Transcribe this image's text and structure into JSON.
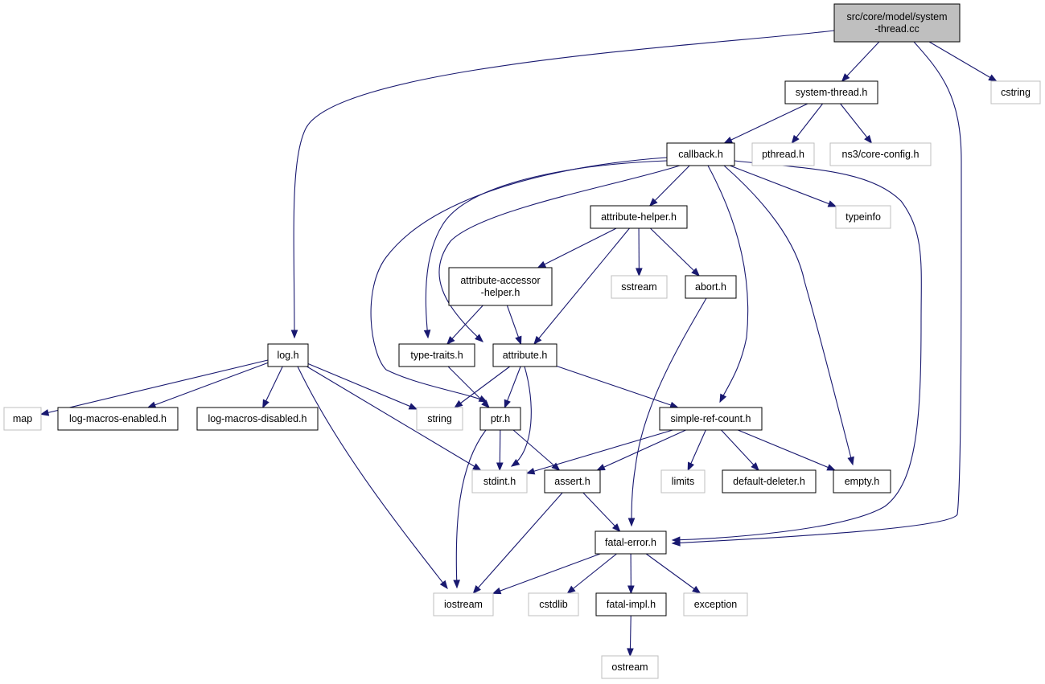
{
  "colors": {
    "edge": "#191970",
    "root_fill": "#bfbfbf",
    "node_border": "#000000",
    "external_border": "#bfbfbf",
    "text": "#000000"
  },
  "nodes": {
    "root": {
      "lines": [
        "src/core/model/system",
        "-thread.cc"
      ],
      "kind": "root"
    },
    "system_thread_h": {
      "lines": [
        "system-thread.h"
      ],
      "kind": "internal"
    },
    "cstring": {
      "lines": [
        "cstring"
      ],
      "kind": "external"
    },
    "callback_h": {
      "lines": [
        "callback.h"
      ],
      "kind": "internal"
    },
    "pthread_h": {
      "lines": [
        "pthread.h"
      ],
      "kind": "external"
    },
    "core_config_h": {
      "lines": [
        "ns3/core-config.h"
      ],
      "kind": "external"
    },
    "attribute_helper_h": {
      "lines": [
        "attribute-helper.h"
      ],
      "kind": "internal"
    },
    "typeinfo": {
      "lines": [
        "typeinfo"
      ],
      "kind": "external"
    },
    "attribute_accessor_helper_h": {
      "lines": [
        "attribute-accessor",
        "-helper.h"
      ],
      "kind": "internal"
    },
    "sstream": {
      "lines": [
        "sstream"
      ],
      "kind": "external"
    },
    "abort_h": {
      "lines": [
        "abort.h"
      ],
      "kind": "internal"
    },
    "log_h": {
      "lines": [
        "log.h"
      ],
      "kind": "internal"
    },
    "type_traits_h": {
      "lines": [
        "type-traits.h"
      ],
      "kind": "internal"
    },
    "attribute_h": {
      "lines": [
        "attribute.h"
      ],
      "kind": "internal"
    },
    "map": {
      "lines": [
        "map"
      ],
      "kind": "external"
    },
    "log_macros_enabled_h": {
      "lines": [
        "log-macros-enabled.h"
      ],
      "kind": "internal"
    },
    "log_macros_disabled_h": {
      "lines": [
        "log-macros-disabled.h"
      ],
      "kind": "internal"
    },
    "string": {
      "lines": [
        "string"
      ],
      "kind": "external"
    },
    "ptr_h": {
      "lines": [
        "ptr.h"
      ],
      "kind": "internal"
    },
    "simple_ref_count_h": {
      "lines": [
        "simple-ref-count.h"
      ],
      "kind": "internal"
    },
    "stdint_h": {
      "lines": [
        "stdint.h"
      ],
      "kind": "external"
    },
    "assert_h": {
      "lines": [
        "assert.h"
      ],
      "kind": "internal"
    },
    "limits": {
      "lines": [
        "limits"
      ],
      "kind": "external"
    },
    "default_deleter_h": {
      "lines": [
        "default-deleter.h"
      ],
      "kind": "internal"
    },
    "empty_h": {
      "lines": [
        "empty.h"
      ],
      "kind": "internal"
    },
    "fatal_error_h": {
      "lines": [
        "fatal-error.h"
      ],
      "kind": "internal"
    },
    "iostream": {
      "lines": [
        "iostream"
      ],
      "kind": "external"
    },
    "cstdlib": {
      "lines": [
        "cstdlib"
      ],
      "kind": "external"
    },
    "fatal_impl_h": {
      "lines": [
        "fatal-impl.h"
      ],
      "kind": "internal"
    },
    "exception": {
      "lines": [
        "exception"
      ],
      "kind": "external"
    },
    "ostream": {
      "lines": [
        "ostream"
      ],
      "kind": "external"
    }
  },
  "edges": [
    [
      "root",
      "log_h"
    ],
    [
      "root",
      "system_thread_h"
    ],
    [
      "root",
      "fatal_error_h"
    ],
    [
      "root",
      "cstring"
    ],
    [
      "system_thread_h",
      "callback_h"
    ],
    [
      "system_thread_h",
      "pthread_h"
    ],
    [
      "system_thread_h",
      "core_config_h"
    ],
    [
      "callback_h",
      "ptr_h"
    ],
    [
      "callback_h",
      "fatal_error_h"
    ],
    [
      "callback_h",
      "empty_h"
    ],
    [
      "callback_h",
      "type_traits_h"
    ],
    [
      "callback_h",
      "attribute_h"
    ],
    [
      "callback_h",
      "attribute_helper_h"
    ],
    [
      "callback_h",
      "simple_ref_count_h"
    ],
    [
      "callback_h",
      "typeinfo"
    ],
    [
      "attribute_helper_h",
      "attribute_accessor_helper_h"
    ],
    [
      "attribute_helper_h",
      "attribute_h"
    ],
    [
      "attribute_helper_h",
      "sstream"
    ],
    [
      "attribute_helper_h",
      "abort_h"
    ],
    [
      "attribute_accessor_helper_h",
      "type_traits_h"
    ],
    [
      "attribute_accessor_helper_h",
      "attribute_h"
    ],
    [
      "abort_h",
      "fatal_error_h"
    ],
    [
      "log_h",
      "map"
    ],
    [
      "log_h",
      "log_macros_enabled_h"
    ],
    [
      "log_h",
      "log_macros_disabled_h"
    ],
    [
      "log_h",
      "string"
    ],
    [
      "log_h",
      "stdint_h"
    ],
    [
      "log_h",
      "iostream"
    ],
    [
      "type_traits_h",
      "ptr_h"
    ],
    [
      "attribute_h",
      "string"
    ],
    [
      "attribute_h",
      "ptr_h"
    ],
    [
      "attribute_h",
      "stdint_h"
    ],
    [
      "attribute_h",
      "simple_ref_count_h"
    ],
    [
      "ptr_h",
      "iostream"
    ],
    [
      "ptr_h",
      "stdint_h"
    ],
    [
      "ptr_h",
      "assert_h"
    ],
    [
      "simple_ref_count_h",
      "stdint_h"
    ],
    [
      "simple_ref_count_h",
      "assert_h"
    ],
    [
      "simple_ref_count_h",
      "limits"
    ],
    [
      "simple_ref_count_h",
      "default_deleter_h"
    ],
    [
      "simple_ref_count_h",
      "empty_h"
    ],
    [
      "assert_h",
      "iostream"
    ],
    [
      "assert_h",
      "fatal_error_h"
    ],
    [
      "fatal_error_h",
      "iostream"
    ],
    [
      "fatal_error_h",
      "cstdlib"
    ],
    [
      "fatal_error_h",
      "fatal_impl_h"
    ],
    [
      "fatal_error_h",
      "exception"
    ],
    [
      "fatal_impl_h",
      "ostream"
    ]
  ]
}
